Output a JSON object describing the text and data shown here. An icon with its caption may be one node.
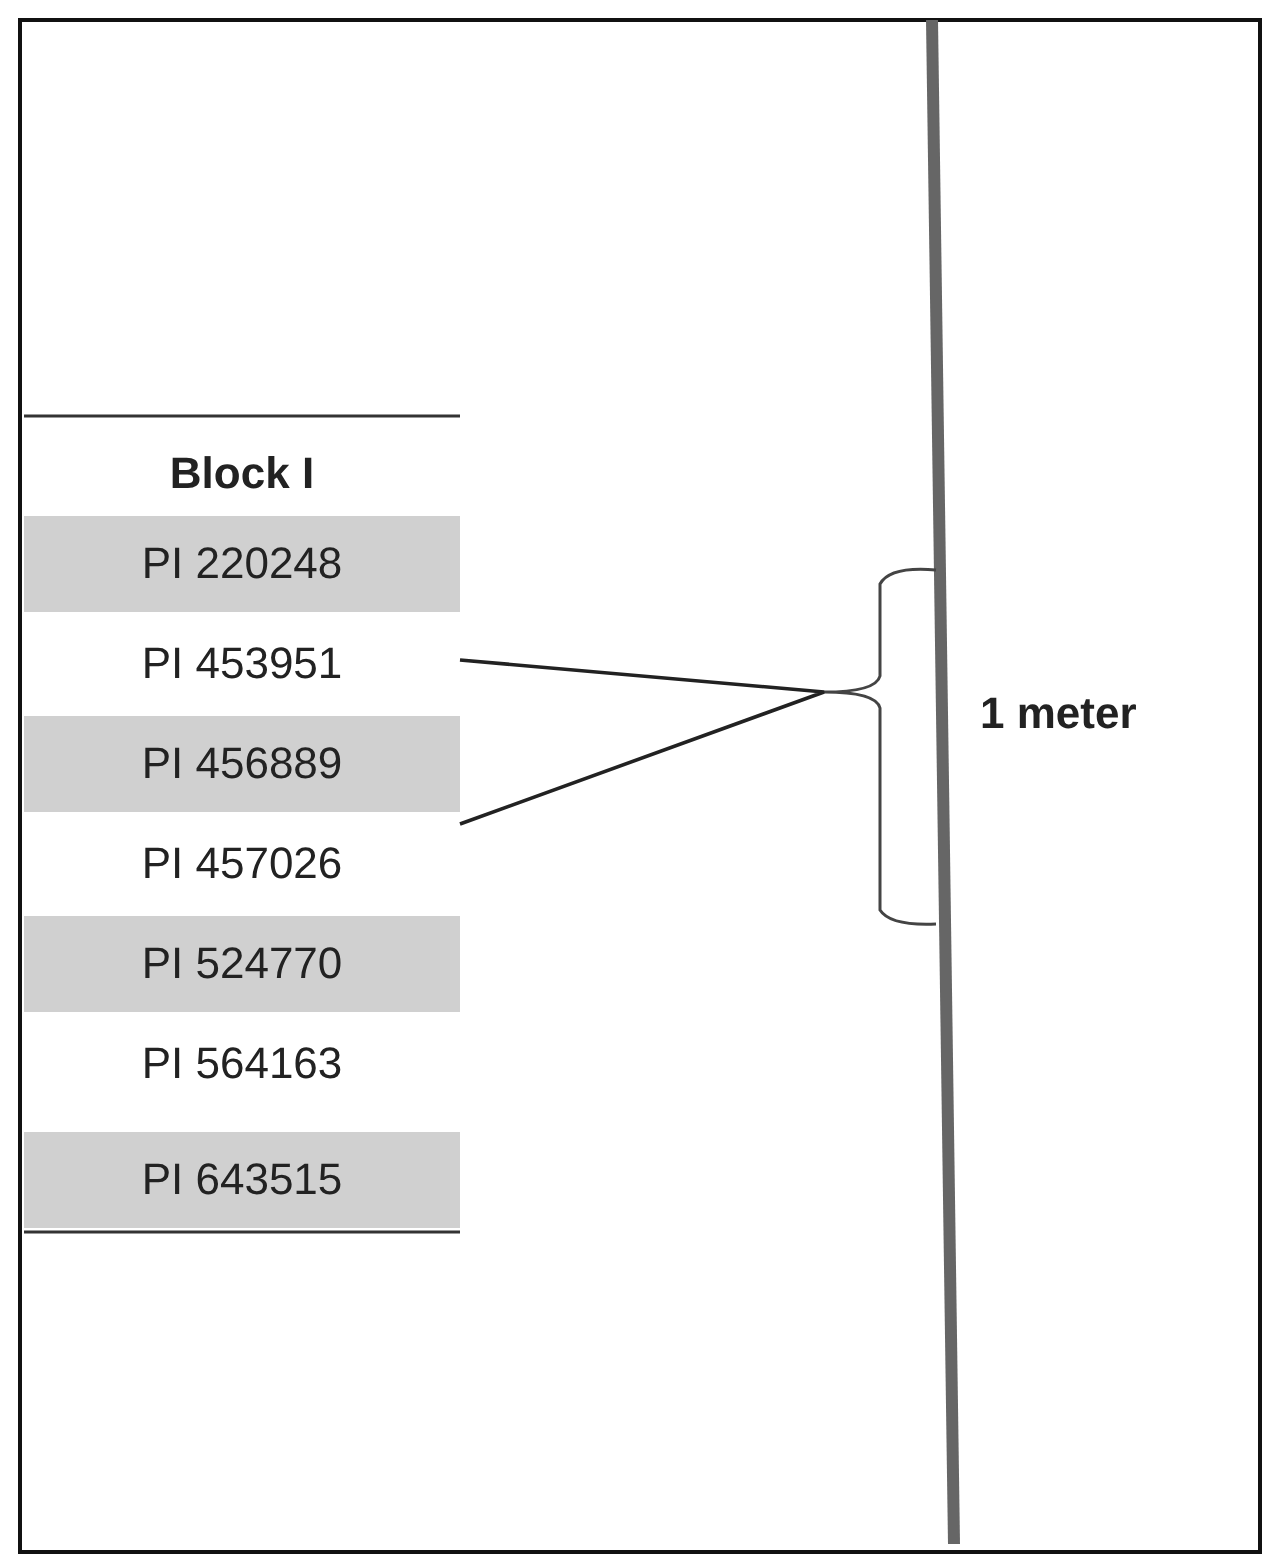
{
  "diagram": {
    "labels": [
      "Block I",
      "PI 220248",
      "PI 453951",
      "PI 456889",
      "PI 457026",
      "PI 524770",
      "PI 564163",
      "PI 643515",
      "1 meter"
    ]
  }
}
